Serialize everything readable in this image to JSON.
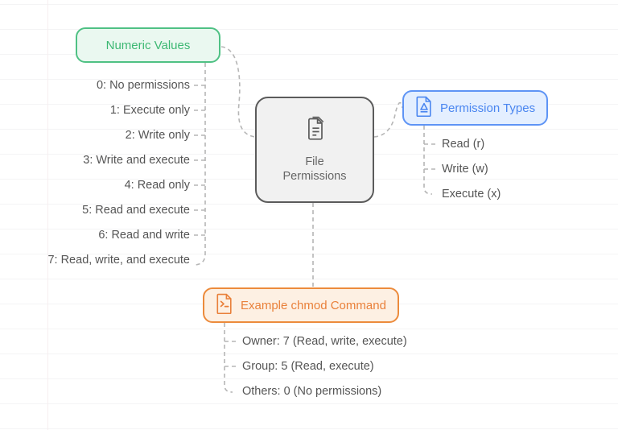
{
  "diagram": {
    "title": "File Permissions",
    "type": "mind-map",
    "background": "#ffffff",
    "connector_color": "#b6b6b6"
  },
  "root": {
    "label_line1": "File",
    "label_line2": "Permissions",
    "icon": "document-icon",
    "border_color": "#5b5b5b",
    "fill_color": "#f1f1f1",
    "text_color": "#666666"
  },
  "branches": [
    {
      "id": "numeric-values",
      "label": "Numeric Values",
      "icon": null,
      "accent_color": "#3db873",
      "border_color": "#4fc184",
      "fill_color": "#eaf8f0",
      "items": [
        "0: No permissions",
        "1: Execute only",
        "2: Write only",
        "3: Write and execute",
        "4: Read only",
        "5: Read and execute",
        "6: Read and write",
        "7: Read, write, and execute"
      ]
    },
    {
      "id": "permission-types",
      "label": "Permission Types",
      "icon": "file-lock-icon",
      "accent_color": "#4a86f0",
      "border_color": "#5e94f5",
      "fill_color": "#e4efff",
      "items": [
        "Read (r)",
        "Write (w)",
        "Execute (x)"
      ]
    },
    {
      "id": "example-chmod-command",
      "label": "Example chmod Command",
      "icon": "terminal-file-icon",
      "accent_color": "#e9803a",
      "border_color": "#ec8b3c",
      "fill_color": "#fdf0e3",
      "items": [
        "Owner: 7 (Read, write, execute)",
        "Group: 5 (Read, execute)",
        "Others: 0 (No permissions)"
      ]
    }
  ]
}
